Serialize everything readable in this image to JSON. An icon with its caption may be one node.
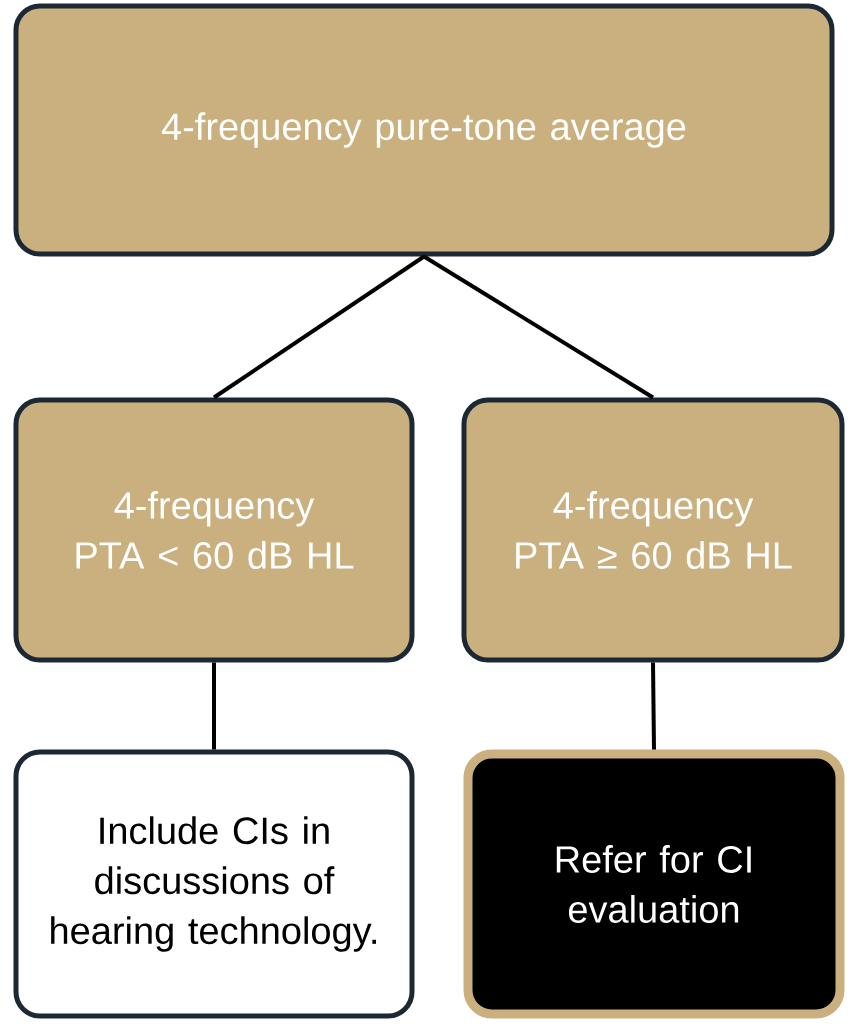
{
  "diagram": {
    "nodes": [
      {
        "text": [
          "4-frequency pure-tone average"
        ]
      },
      {
        "text": [
          "4-frequency PTA < 60 dB HL"
        ]
      },
      {
        "text": [
          "4-frequency PTA ≥ 60 dB HL"
        ]
      },
      {
        "text": [
          "Include CIs in discussions of hearing technology."
        ]
      },
      {
        "text": [
          "Refer for CI evaluation"
        ]
      }
    ],
    "edges": [
      {
        "from": 0,
        "to": 1,
        "arrow": "none"
      },
      {
        "from": 0,
        "to": 2,
        "arrow": "none"
      },
      {
        "from": 1,
        "to": 3,
        "arrow": "none"
      },
      {
        "from": 2,
        "to": 4,
        "arrow": "none"
      }
    ]
  }
}
